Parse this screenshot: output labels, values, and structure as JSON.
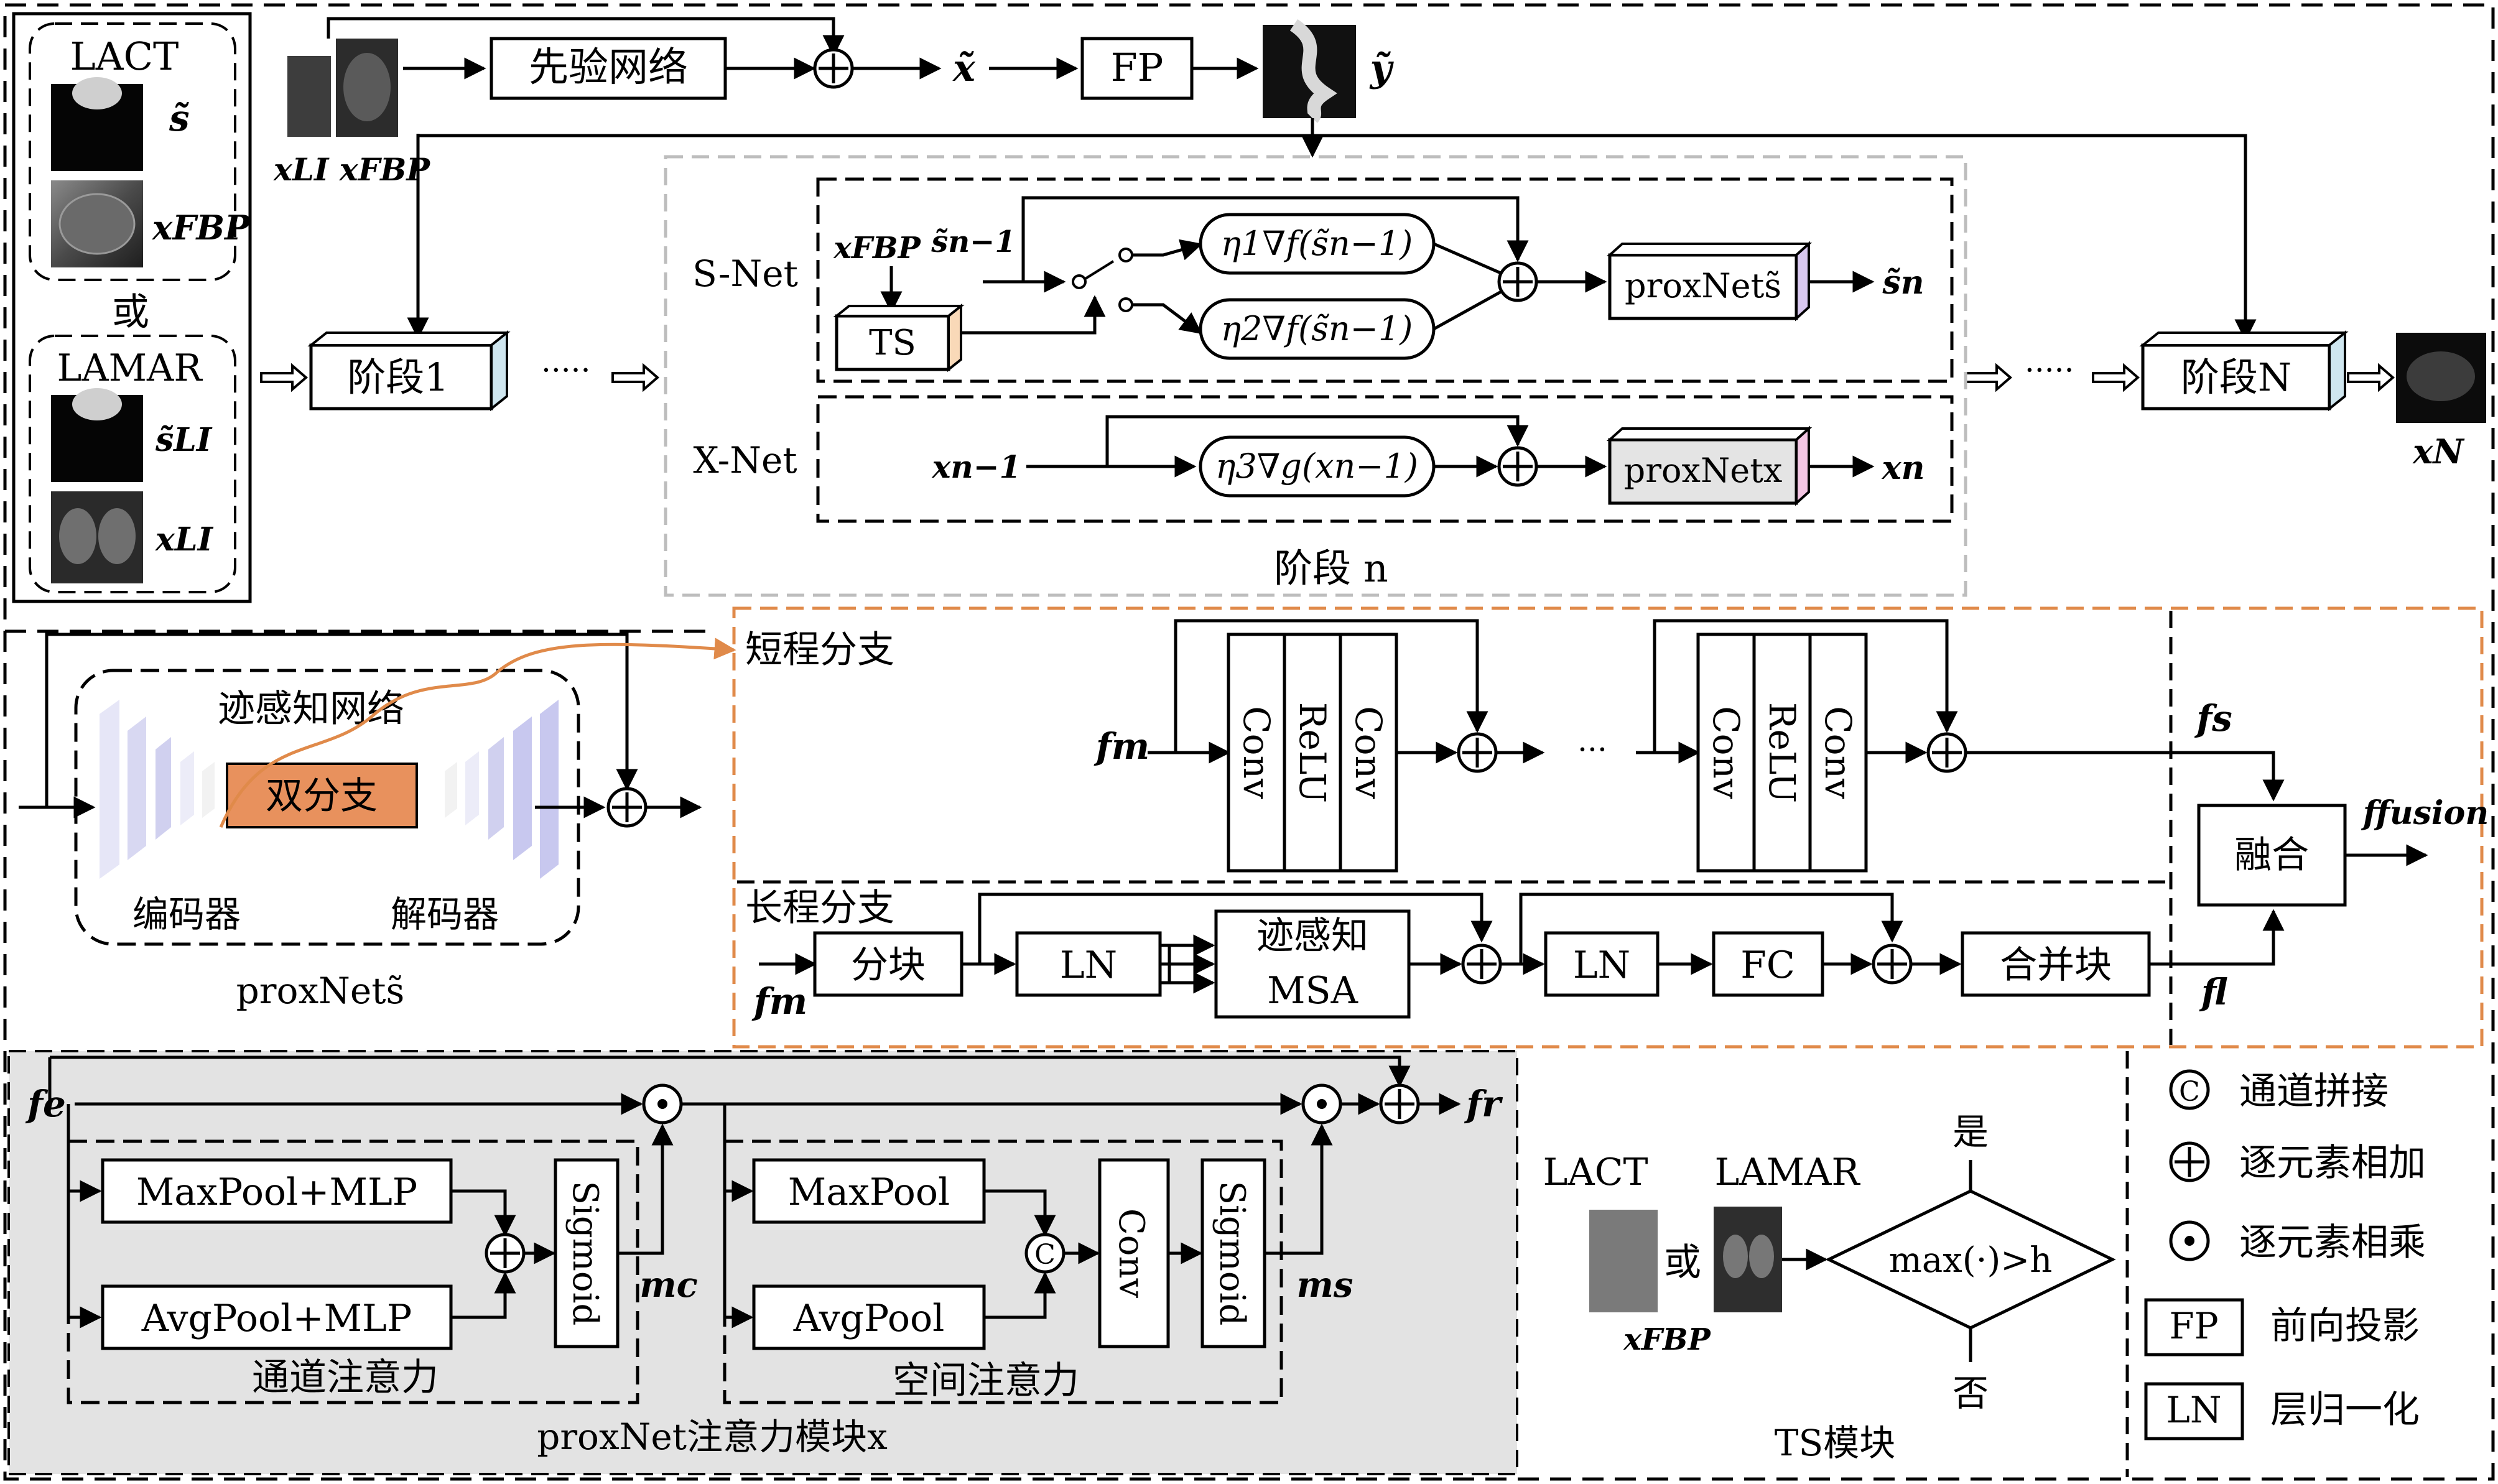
{
  "top": {
    "prior_net": "先验网络",
    "x_tilde": "x̃",
    "fp": "FP",
    "y_tilde": "ỹ",
    "x_li_fbp": "xLI xFBP"
  },
  "inputs": {
    "lact": "LACT",
    "s_tilde": "s̃",
    "x_fbp": "xFBP",
    "or": "或",
    "lamar": "LAMAR",
    "s_li": "s̃LI",
    "x_li": "xLI"
  },
  "stages": {
    "stage1": "阶段1",
    "stageN": "阶段N",
    "stage_n": "阶段 n",
    "dots": "·····",
    "x_N": "xN"
  },
  "snet": {
    "label": "S-Net",
    "x_fbp": "xFBP",
    "s_prev": "s̃n−1",
    "ts": "TS",
    "eta1": "η1∇f(s̃n−1)",
    "eta2": "η2∇f(s̃n−1)",
    "proxnet": "proxNets̃",
    "s_out": "s̃n"
  },
  "xnet": {
    "label": "X-Net",
    "x_prev": "xn−1",
    "eta3": "η3∇g(xn−1)",
    "proxnet": "proxNetx",
    "x_out": "xn"
  },
  "proxnet_s": {
    "trace_net": "迹感知网络",
    "dual": "双分支",
    "encoder": "编码器",
    "decoder": "解码器",
    "caption": "proxNets̃"
  },
  "dual_branch": {
    "short": "短程分支",
    "long": "长程分支",
    "fm": "fm",
    "conv": "Conv",
    "relu": "ReLU",
    "dots": "···",
    "fs": "fs",
    "fusion_out": "ffusion",
    "fusion": "融合",
    "fl": "fl",
    "patch": "分块",
    "ln": "LN",
    "msa1": "迹感知",
    "msa2": "MSA",
    "fc": "FC",
    "merge": "合并块"
  },
  "attention": {
    "fe": "fe",
    "fr": "fr",
    "maxpool_mlp": "MaxPool+MLP",
    "avgpool_mlp": "AvgPool+MLP",
    "sigmoid": "Sigmoid",
    "mc": "mc",
    "maxpool": "MaxPool",
    "avgpool": "AvgPool",
    "conv": "Conv",
    "ms": "ms",
    "channel_att": "通道注意力",
    "spatial_att": "空间注意力",
    "caption": "proxNet注意力模块x"
  },
  "ts_module": {
    "lact": "LACT",
    "lamar": "LAMAR",
    "or": "或",
    "x_fbp": "xFBP",
    "condition": "max(·)>h",
    "yes": "是",
    "no": "否",
    "caption": "TS模块"
  },
  "legend": {
    "concat": "通道拼接",
    "add": "逐元素相加",
    "mul": "逐元素相乘",
    "fp_box": "FP",
    "fp": "前向投影",
    "ln_box": "LN",
    "ln": "层归一化"
  }
}
